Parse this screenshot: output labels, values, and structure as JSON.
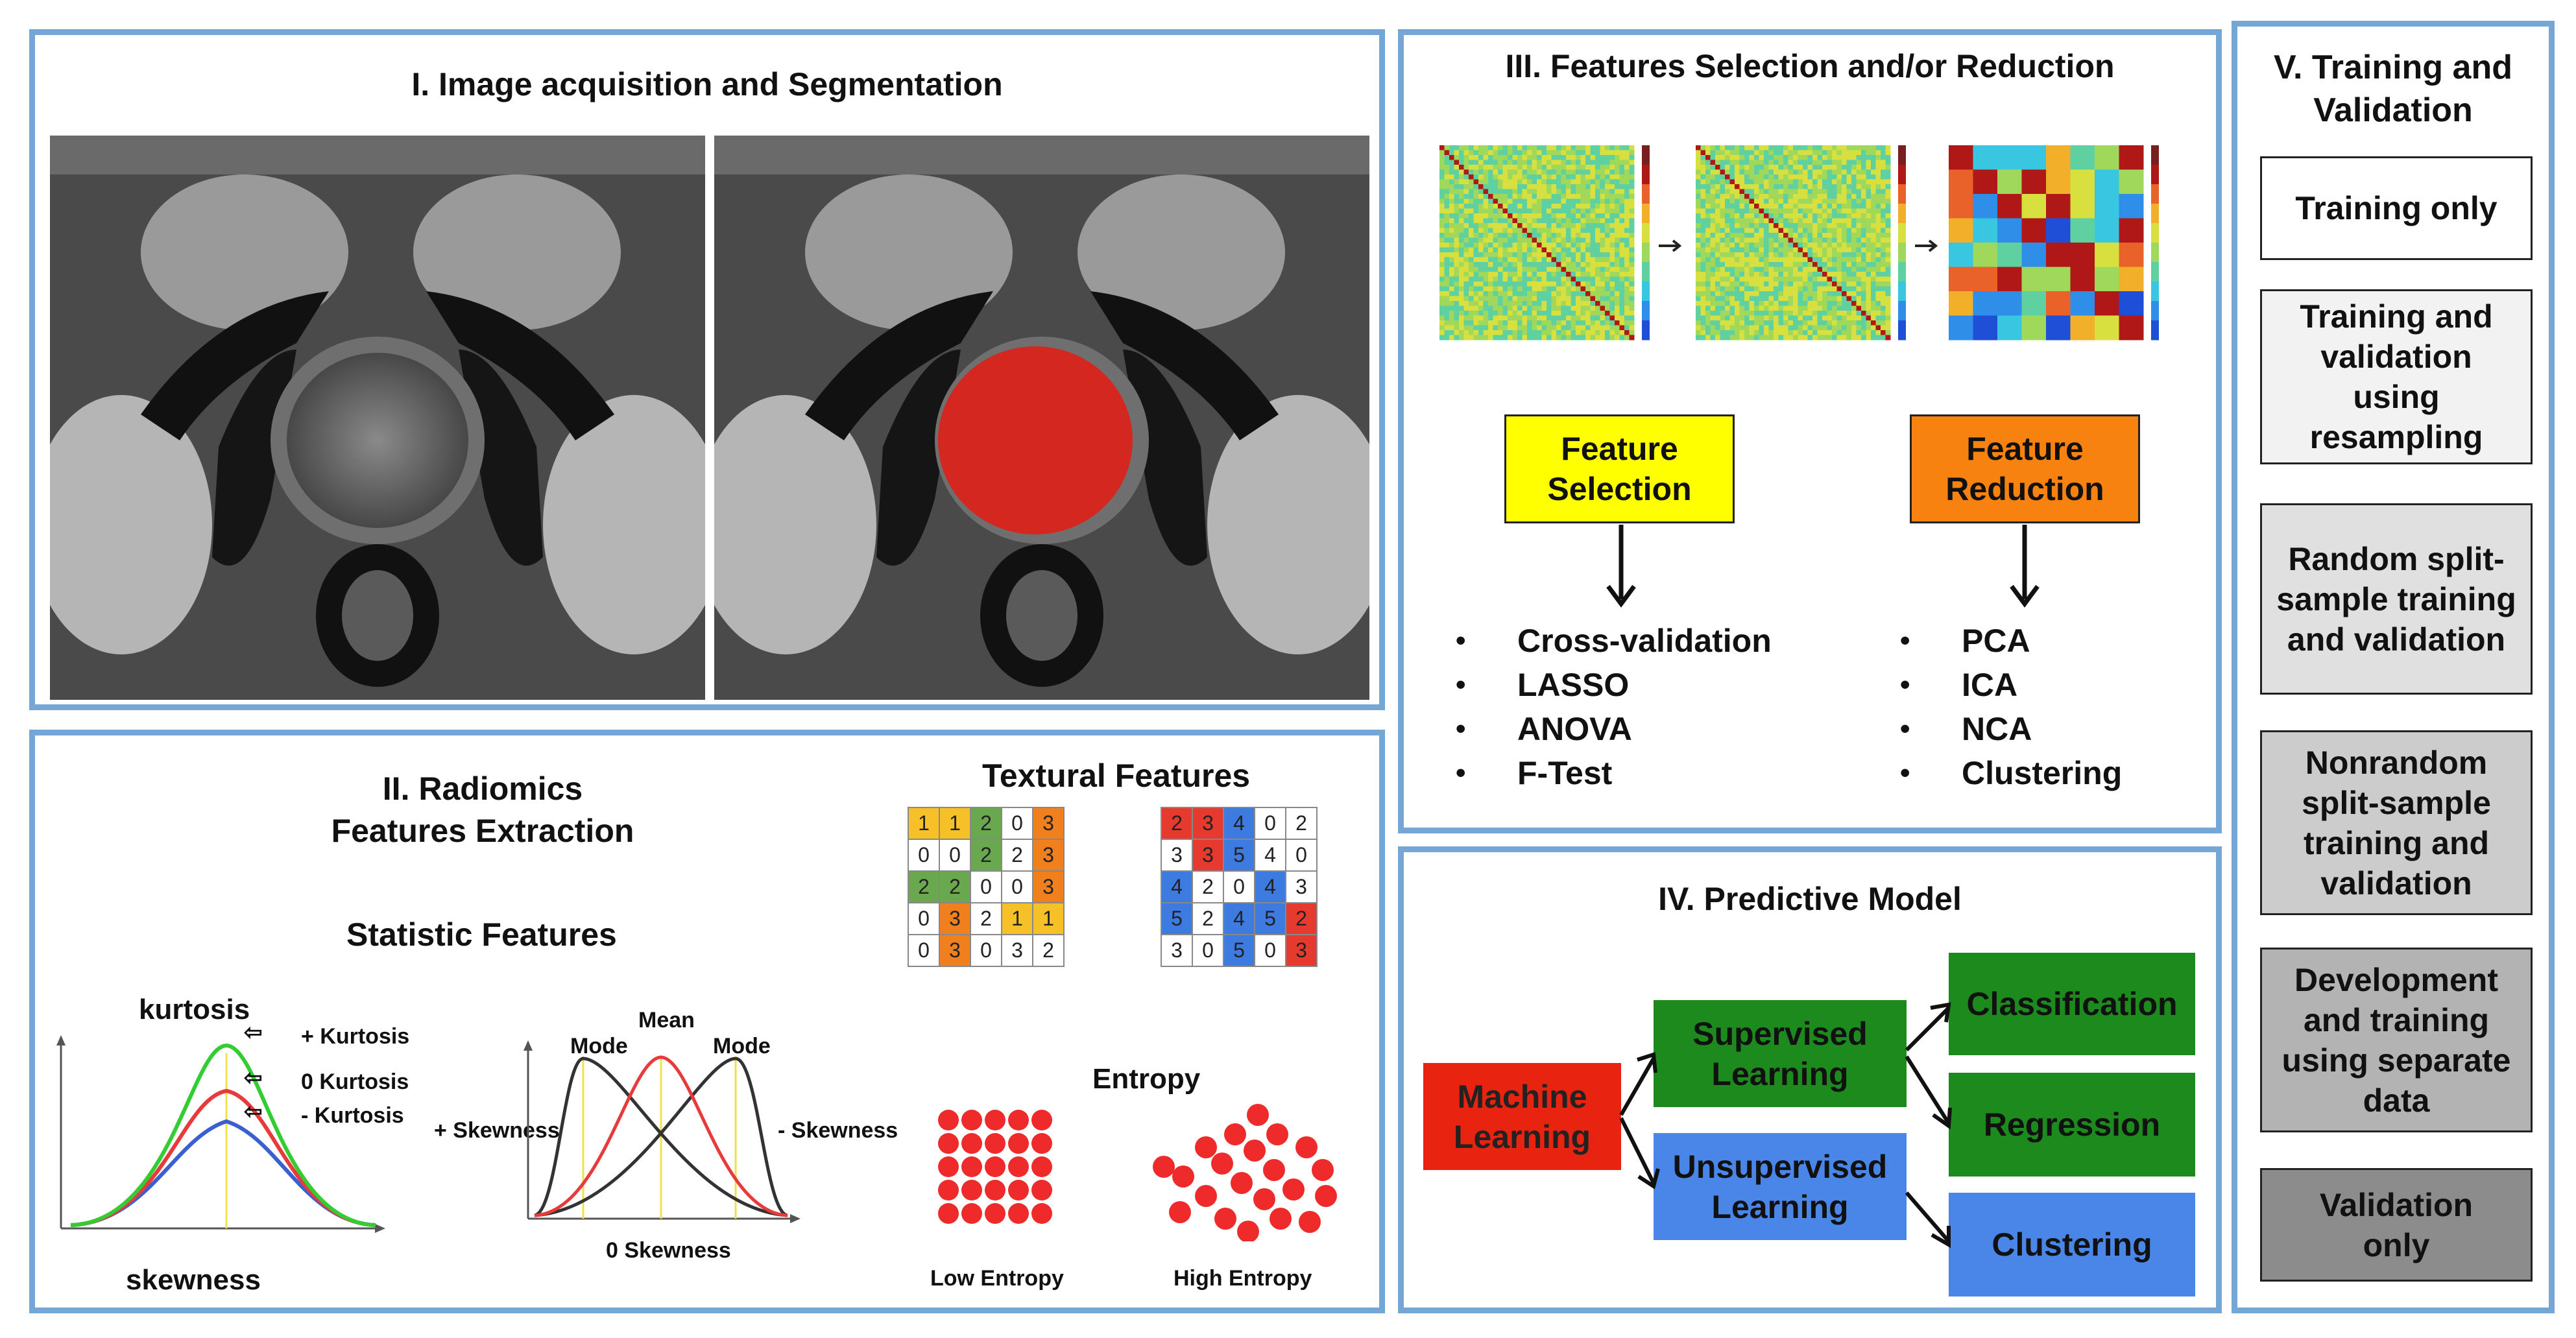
{
  "panel1": {
    "title": "I. Image acquisition and Segmentation"
  },
  "panel2": {
    "title": "II. Radiomics Features Extraction",
    "statistic_title": "Statistic Features",
    "kurtosis_label": "kurtosis",
    "skewness_label": "skewness",
    "plus_kurtosis": "+ Kurtosis",
    "zero_kurtosis": "0 Kurtosis",
    "minus_kurtosis": "- Kurtosis",
    "mean_label": "Mean",
    "mode_left": "Mode",
    "mode_right": "Mode",
    "plus_skewness": "+ Skewness",
    "minus_skewness": "- Skewness",
    "zero_skewness": "0 Skewness",
    "textural_title": "Textural Features",
    "grid1": [
      [
        "1",
        "1",
        "2",
        "0",
        "3"
      ],
      [
        "0",
        "0",
        "2",
        "2",
        "3"
      ],
      [
        "2",
        "2",
        "0",
        "0",
        "3"
      ],
      [
        "0",
        "3",
        "2",
        "1",
        "1"
      ],
      [
        "0",
        "3",
        "0",
        "3",
        "2"
      ]
    ],
    "grid2": [
      [
        "2",
        "3",
        "4",
        "0",
        "2"
      ],
      [
        "3",
        "3",
        "5",
        "4",
        "0"
      ],
      [
        "4",
        "2",
        "0",
        "4",
        "3"
      ],
      [
        "5",
        "2",
        "4",
        "5",
        "2"
      ],
      [
        "3",
        "0",
        "5",
        "0",
        "3"
      ]
    ],
    "entropy_title": "Entropy",
    "low_entropy": "Low Entropy",
    "high_entropy": "High Entropy"
  },
  "panel3": {
    "title": "III. Features  Selection and/or Reduction",
    "selection_box": "Feature Selection",
    "reduction_box": "Feature Reduction",
    "selection_items": [
      "Cross-validation",
      "LASSO",
      "ANOVA",
      "F-Test"
    ],
    "reduction_items": [
      "PCA",
      "ICA",
      "NCA",
      "Clustering"
    ],
    "selection_color": "#ffff00",
    "reduction_color": "#f7820f"
  },
  "panel4": {
    "title": "IV. Predictive Model",
    "machine_learning": "Machine Learning",
    "supervised": "Supervised Learning",
    "unsupervised": "Unsupervised Learning",
    "classification": "Classification",
    "regression": "Regression",
    "clustering": "Clustering",
    "red": "#e8230f",
    "green": "#1c8a1c",
    "blue": "#4a86e8"
  },
  "panel5": {
    "title": "V. Training and Validation",
    "boxes": [
      "Training only",
      "Training and validation using resampling",
      "Random split-sample training and validation",
      "Nonrandom split-sample training and validation",
      "Development and training using separate data",
      "Validation only"
    ]
  }
}
